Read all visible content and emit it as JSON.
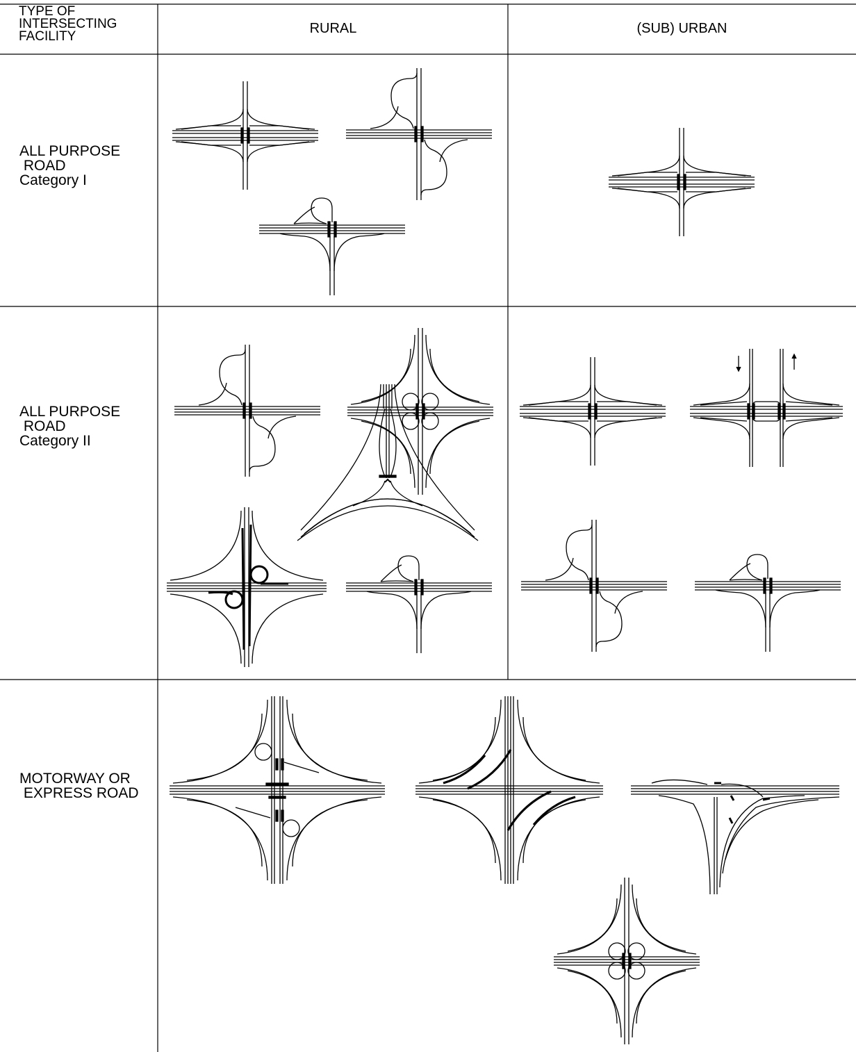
{
  "header": {
    "col1": [
      "TYPE OF",
      "INTERSECTING",
      "FACILITY"
    ],
    "col2": "RURAL",
    "col3": "(SUB) URBAN"
  },
  "rows": [
    {
      "lines": [
        "ALL PURPOSE",
        " ROAD",
        "Category I"
      ]
    },
    {
      "lines": [
        "ALL PURPOSE",
        " ROAD",
        "Category II"
      ]
    },
    {
      "lines": [
        "MOTORWAY OR",
        " EXPRESS ROAD"
      ]
    }
  ],
  "colors": {
    "line": "#000000",
    "background": "#ffffff"
  },
  "diagram_types": {
    "row1_rural": [
      "diamond",
      "partial-cloverleaf",
      "trumpet"
    ],
    "row1_urban": [
      "tight-diamond"
    ],
    "row2_rural": [
      "partial-cloverleaf",
      "cloverleaf",
      "directional-cloverleaf",
      "trumpet"
    ],
    "row2_urban": [
      "diamond",
      "split-diamond",
      "partial-cloverleaf",
      "trumpet"
    ],
    "row3_rural": [
      "cloverleaf-directional",
      "turbine",
      "directional-T",
      "three-leg-directional",
      "cloverleaf"
    ]
  }
}
